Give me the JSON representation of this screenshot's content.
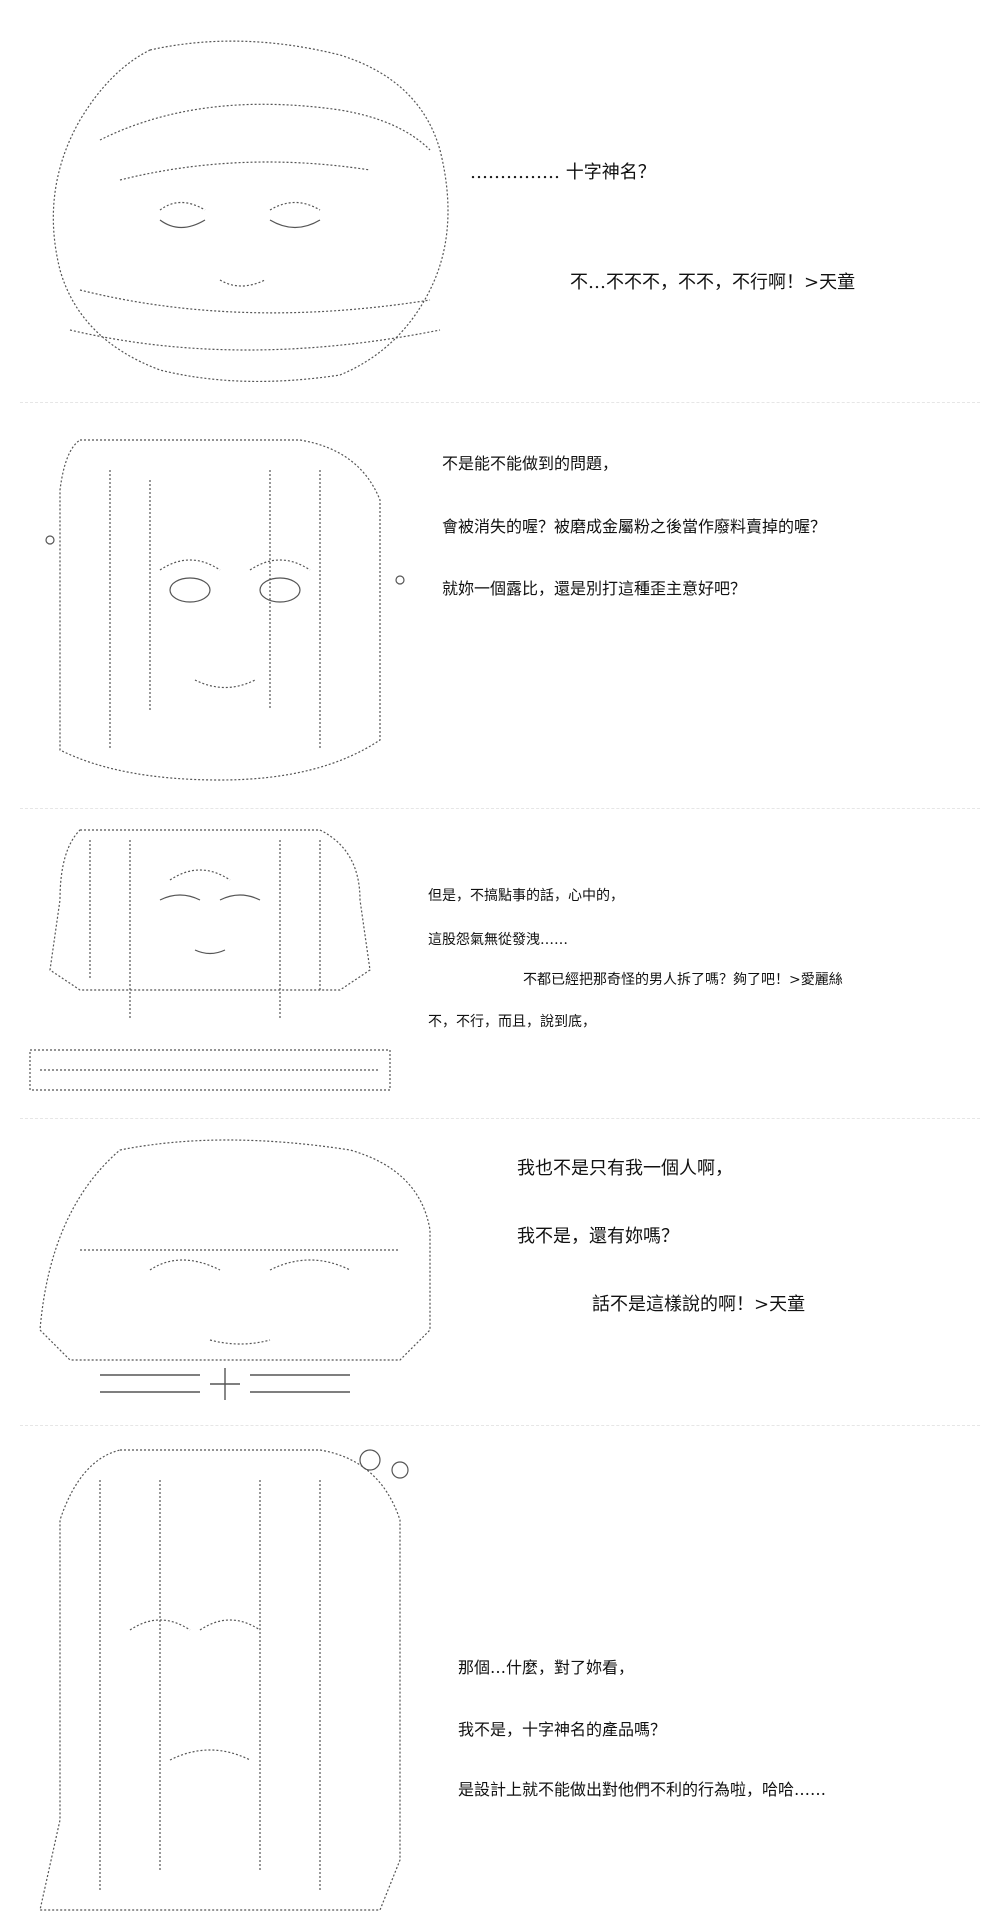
{
  "colors": {
    "background": "#ffffff",
    "ink": "#111111",
    "art": "#555555"
  },
  "panels": [
    {
      "id": "p1",
      "lines": [
        {
          "text": "…………… 十字神名？"
        },
        {
          "text": "不…不不不，不不，不行啊！>天童"
        }
      ]
    },
    {
      "id": "p2",
      "lines": [
        {
          "text": "不是能不能做到的問題，"
        },
        {
          "text": "會被消失的喔？被磨成金屬粉之後當作廢料賣掉的喔？"
        },
        {
          "text": "就妳一個露比，還是別打這種歪主意好吧？"
        }
      ]
    },
    {
      "id": "p3",
      "lines": [
        {
          "text": "但是，不搞點事的話，心中的，"
        },
        {
          "text": "這股怨氣無從發洩……"
        },
        {
          "text": "不都已經把那奇怪的男人拆了嗎？夠了吧！>愛麗絲"
        },
        {
          "text": "不，不行，而且，說到底，"
        }
      ]
    },
    {
      "id": "p4",
      "lines": [
        {
          "text": "我也不是只有我一個人啊，"
        },
        {
          "text": "我不是，還有妳嗎？"
        },
        {
          "text": "話不是這樣說的啊！>天童"
        }
      ]
    },
    {
      "id": "p5",
      "lines": [
        {
          "text": "那個…什麼，對了妳看，"
        },
        {
          "text": "我不是，十字神名的產品嗎？"
        },
        {
          "text": "是設計上就不能做出對他們不利的行為啦，哈哈……"
        }
      ]
    }
  ]
}
